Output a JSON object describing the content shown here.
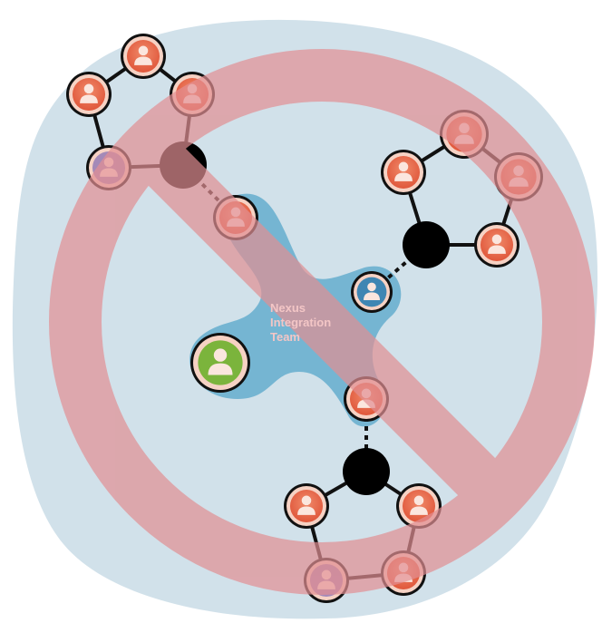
{
  "diagram": {
    "center_label": [
      "Nexus",
      "Integration",
      "Team"
    ],
    "colors": {
      "background_blob": "#cddde7",
      "hub_shape": "#6ab0cf",
      "connector": "#111111",
      "hub_node": "#000000",
      "member_red": "#e35a3c",
      "member_blue": "#3f86b3",
      "member_purple": "#a48ab8",
      "member_green": "#7bb43c",
      "prohibition_sign": "#e79a9d"
    },
    "icons": [
      "person-icon",
      "prohibition-sign"
    ]
  }
}
